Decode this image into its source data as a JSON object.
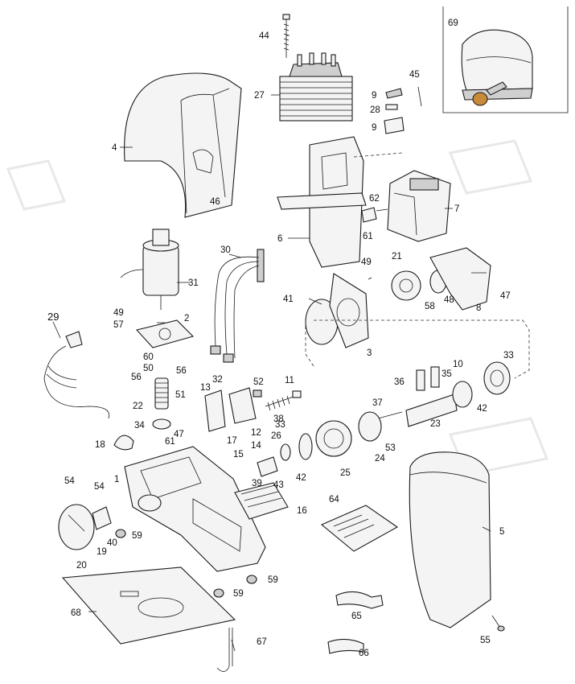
{
  "callouts": [
    {
      "id": "l1",
      "text": "1"
    },
    {
      "id": "l2",
      "text": "2"
    },
    {
      "id": "l3",
      "text": "3"
    },
    {
      "id": "l4",
      "text": "4"
    },
    {
      "id": "l5",
      "text": "5"
    },
    {
      "id": "l6",
      "text": "6"
    },
    {
      "id": "l7",
      "text": "7"
    },
    {
      "id": "l8",
      "text": "8"
    },
    {
      "id": "l9a",
      "text": "9"
    },
    {
      "id": "l9b",
      "text": "9"
    },
    {
      "id": "l10",
      "text": "10"
    },
    {
      "id": "l11",
      "text": "11"
    },
    {
      "id": "l12",
      "text": "12"
    },
    {
      "id": "l13",
      "text": "13"
    },
    {
      "id": "l14",
      "text": "14"
    },
    {
      "id": "l15",
      "text": "15"
    },
    {
      "id": "l16",
      "text": "16"
    },
    {
      "id": "l17",
      "text": "17"
    },
    {
      "id": "l18",
      "text": "18"
    },
    {
      "id": "l19",
      "text": "19"
    },
    {
      "id": "l20",
      "text": "20"
    },
    {
      "id": "l21",
      "text": "21"
    },
    {
      "id": "l22",
      "text": "22"
    },
    {
      "id": "l23",
      "text": "23"
    },
    {
      "id": "l24",
      "text": "24"
    },
    {
      "id": "l25",
      "text": "25"
    },
    {
      "id": "l26",
      "text": "26"
    },
    {
      "id": "l27",
      "text": "27"
    },
    {
      "id": "l28",
      "text": "28"
    },
    {
      "id": "l29",
      "text": "29"
    },
    {
      "id": "l30",
      "text": "30"
    },
    {
      "id": "l31",
      "text": "31"
    },
    {
      "id": "l32",
      "text": "32"
    },
    {
      "id": "l33a",
      "text": "33"
    },
    {
      "id": "l33b",
      "text": "33"
    },
    {
      "id": "l34",
      "text": "34"
    },
    {
      "id": "l35",
      "text": "35"
    },
    {
      "id": "l36",
      "text": "36"
    },
    {
      "id": "l37",
      "text": "37"
    },
    {
      "id": "l38",
      "text": "38"
    },
    {
      "id": "l39",
      "text": "39"
    },
    {
      "id": "l40",
      "text": "40"
    },
    {
      "id": "l41",
      "text": "41"
    },
    {
      "id": "l42a",
      "text": "42"
    },
    {
      "id": "l42b",
      "text": "42"
    },
    {
      "id": "l43",
      "text": "43"
    },
    {
      "id": "l44",
      "text": "44"
    },
    {
      "id": "l45",
      "text": "45"
    },
    {
      "id": "l46",
      "text": "46"
    },
    {
      "id": "l47a",
      "text": "47"
    },
    {
      "id": "l47b",
      "text": "47"
    },
    {
      "id": "l48",
      "text": "48"
    },
    {
      "id": "l49a",
      "text": "49"
    },
    {
      "id": "l49b",
      "text": "49"
    },
    {
      "id": "l50",
      "text": "50"
    },
    {
      "id": "l51",
      "text": "51"
    },
    {
      "id": "l52",
      "text": "52"
    },
    {
      "id": "l53",
      "text": "53"
    },
    {
      "id": "l54a",
      "text": "54"
    },
    {
      "id": "l54b",
      "text": "54"
    },
    {
      "id": "l55",
      "text": "55"
    },
    {
      "id": "l56a",
      "text": "56"
    },
    {
      "id": "l56b",
      "text": "56"
    },
    {
      "id": "l57",
      "text": "57"
    },
    {
      "id": "l58",
      "text": "58"
    },
    {
      "id": "l59a",
      "text": "59"
    },
    {
      "id": "l59b",
      "text": "59"
    },
    {
      "id": "l59c",
      "text": "59"
    },
    {
      "id": "l60",
      "text": "60"
    },
    {
      "id": "l61a",
      "text": "61"
    },
    {
      "id": "l61b",
      "text": "61"
    },
    {
      "id": "l62",
      "text": "62"
    },
    {
      "id": "l64",
      "text": "64"
    },
    {
      "id": "l65",
      "text": "65"
    },
    {
      "id": "l66",
      "text": "66"
    },
    {
      "id": "l67",
      "text": "67"
    },
    {
      "id": "l68",
      "text": "68"
    },
    {
      "id": "l69",
      "text": "69"
    }
  ]
}
